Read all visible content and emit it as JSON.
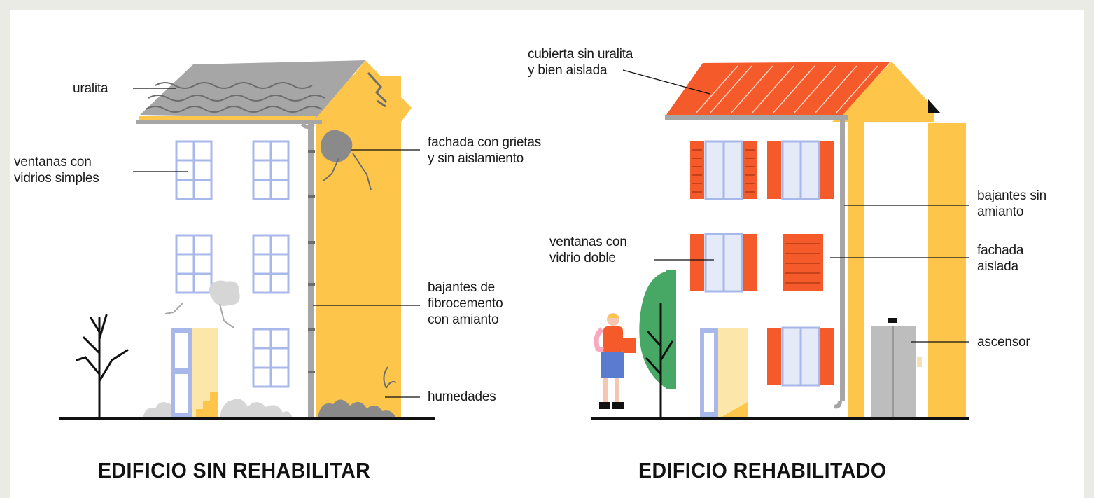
{
  "labels": {
    "old_roof": "uralita",
    "old_windows": "ventanas con\nvidrios simples",
    "old_facade": "fachada con grietas\ny sin aislamiento",
    "old_downpipes": "bajantes de\nfibrocemento\ncon amianto",
    "old_damp": "humedades",
    "new_roof": "cubierta sin uralita\ny bien aislada",
    "new_downpipes": "bajantes sin\namianto",
    "new_windows": "ventanas con\nvidrio doble",
    "new_facade": "fachada\naislada",
    "new_elevator": "ascensor"
  },
  "titles": {
    "left": "EDIFICIO SIN REHABILITAR",
    "right": "EDIFICIO REHABILITADO"
  },
  "colors": {
    "yellow": "#fdc64b",
    "grey": "#a6a6a6",
    "red_orange": "#f45a2a",
    "window_blue": "#a9b8ea",
    "green": "#47a865",
    "black": "#111111"
  }
}
